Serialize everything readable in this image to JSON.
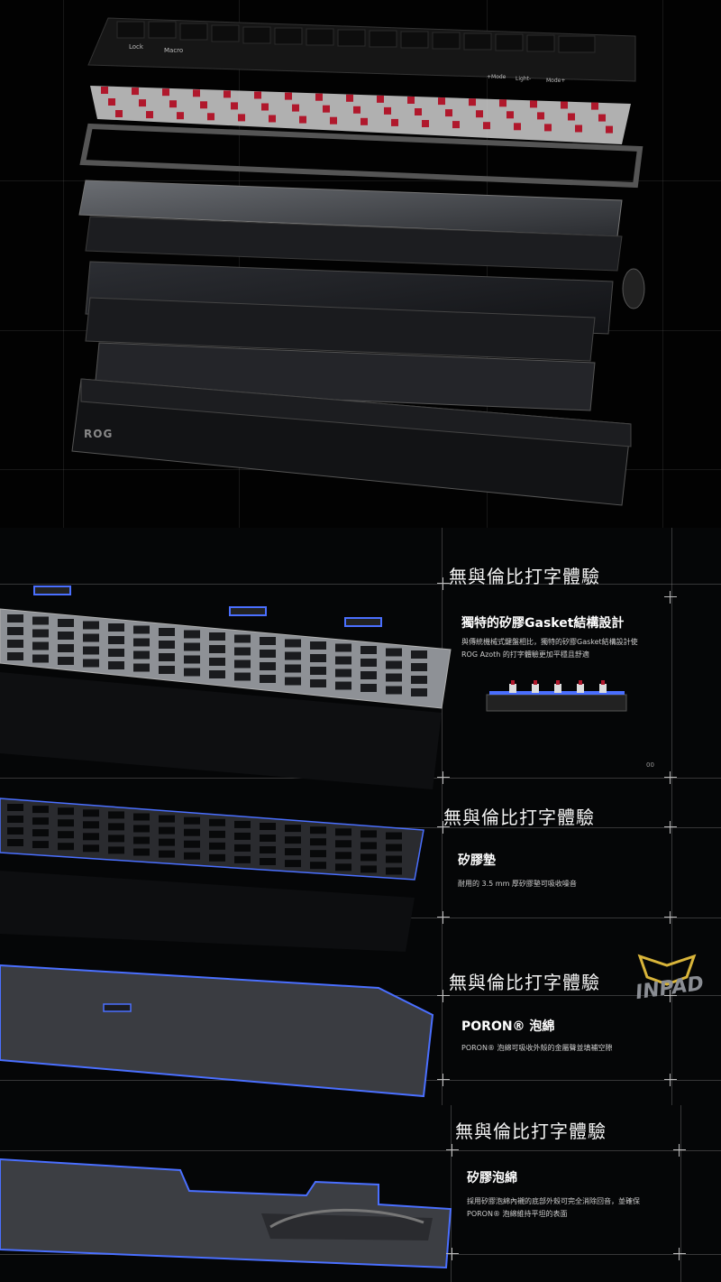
{
  "hero": {
    "key_labels": [
      "Lock",
      "Macro",
      "+Mode",
      "Light-",
      "Mode+"
    ],
    "case_logo": "ROG"
  },
  "sections": [
    {
      "title": "無與倫比打字體驗",
      "subtitle": "獨特的矽膠Gasket結構設計",
      "description_line1": "與傳統機械式鍵盤相比，獨特的矽膠Gasket結構設計使",
      "description_line2": "ROG Azoth 的打字體驗更加平穩且舒適",
      "corner_mark": "00"
    },
    {
      "title": "無與倫比打字體驗",
      "subtitle": "矽膠墊",
      "description_line1": "耐用的 3.5 mm 厚矽膠墊可吸收噪音"
    },
    {
      "title": "無與倫比打字體驗",
      "subtitle": "PORON® 泡綿",
      "description_line1": "PORON® 泡綿可吸收外殼的金屬聲並填補空隙",
      "watermark": "INPAD"
    },
    {
      "title": "無與倫比打字體驗",
      "subtitle": "矽膠泡綿",
      "description_line1": "採用矽膠泡綿內襯的底部外殼可完全消除回音，並確保",
      "description_line2": "PORON® 泡綿維持平坦的表面"
    }
  ],
  "colors": {
    "accent_blue": "#4a6fff",
    "switch_red": "#b0182c",
    "watermark_gold": "#d9b53a"
  }
}
